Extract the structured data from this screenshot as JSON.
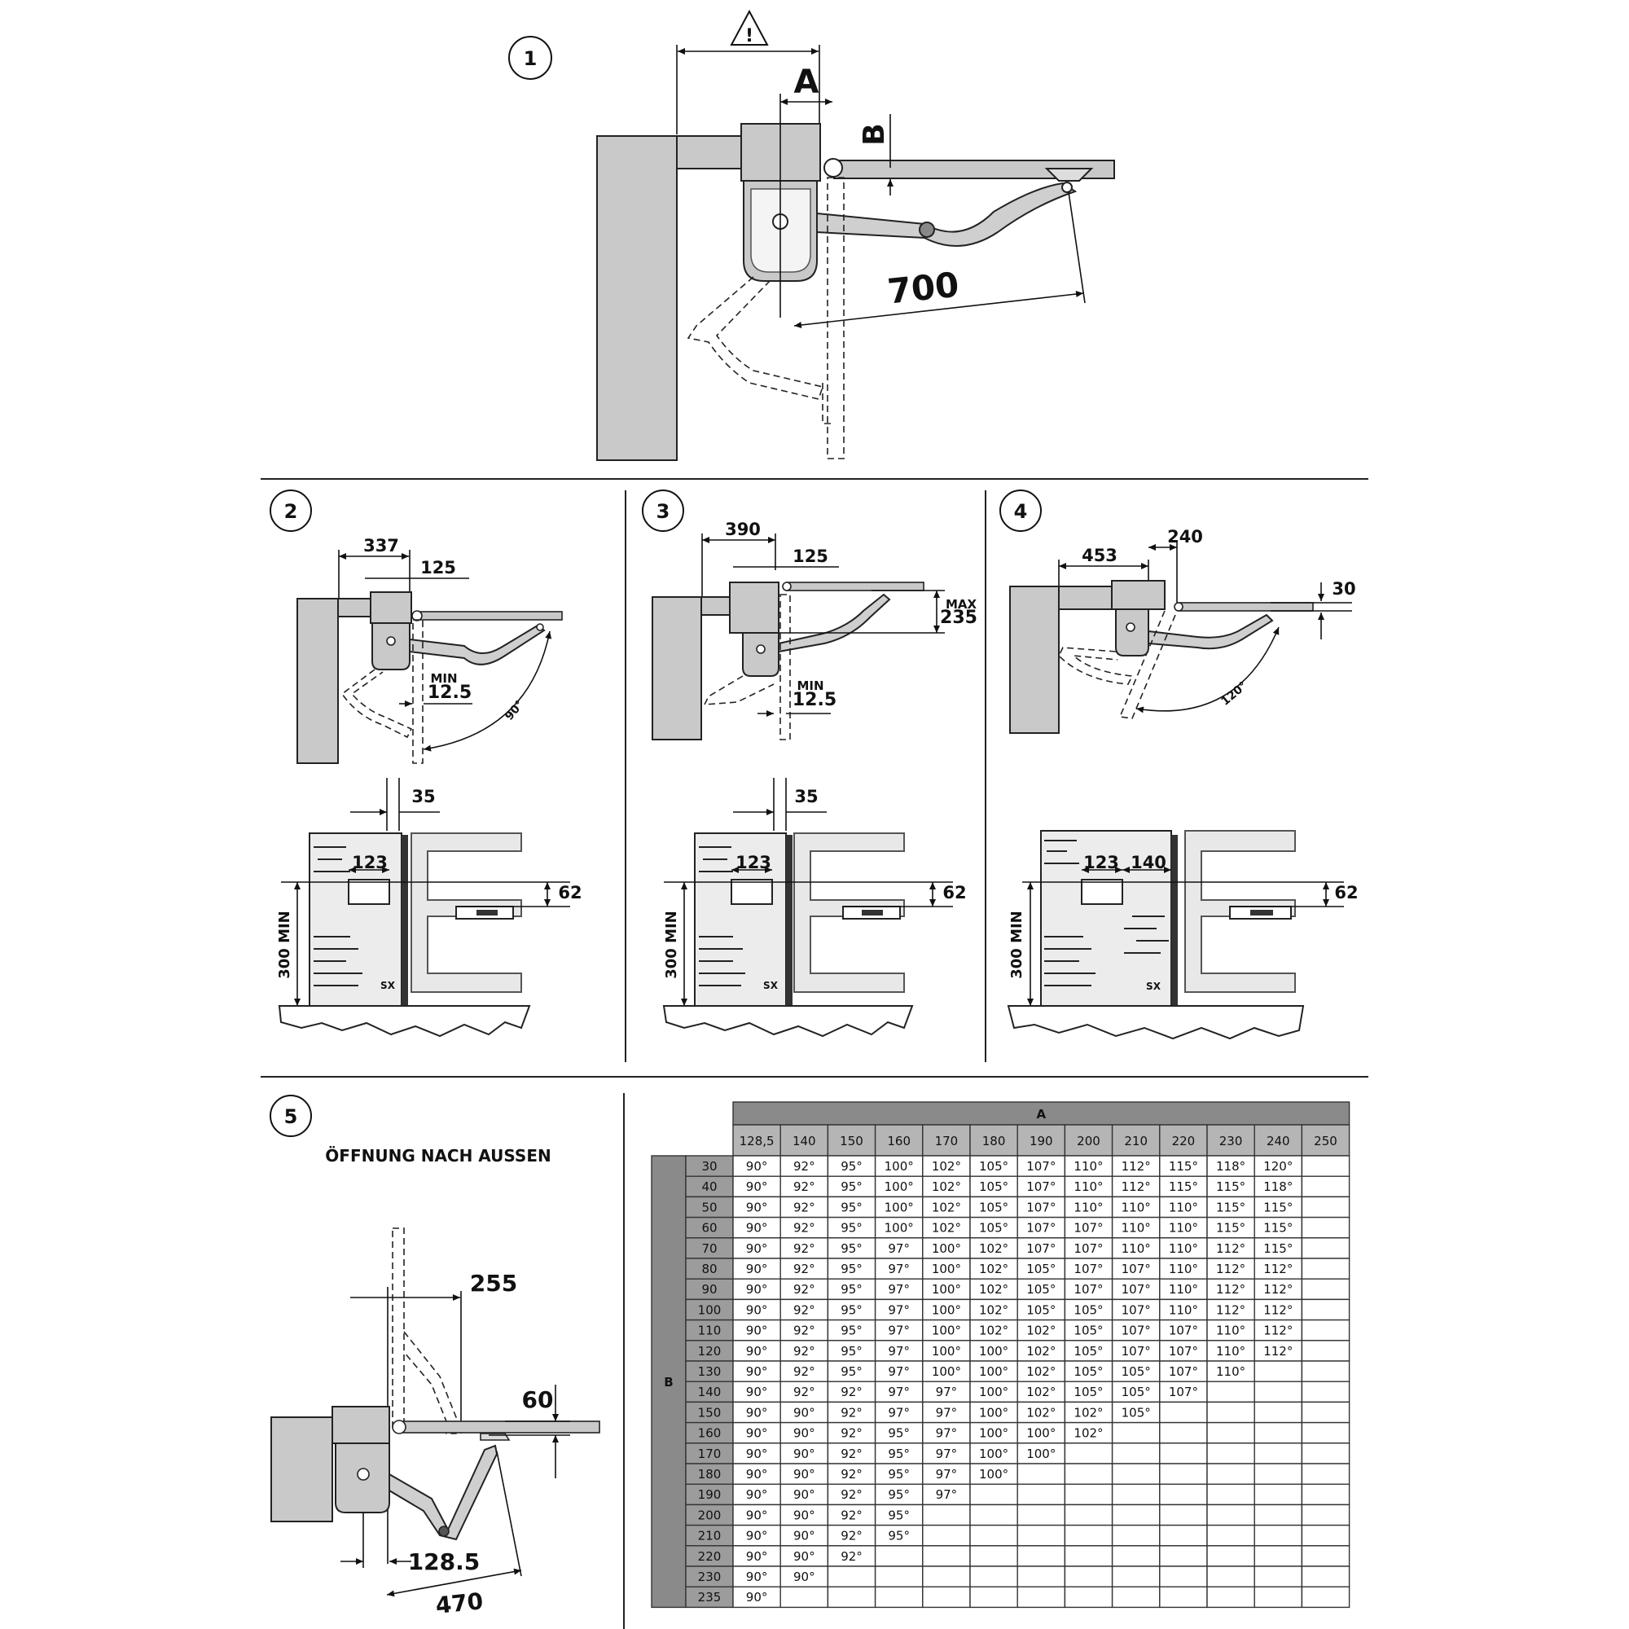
{
  "panels": {
    "p1": {
      "number": "1",
      "label_a": "A",
      "label_b": "B",
      "dim_700": "700",
      "warning_glyph": "!"
    },
    "p2": {
      "number": "2",
      "dim_337": "337",
      "dim_125": "125",
      "min_label": "MIN",
      "min_value": "12.5",
      "angle": "90°",
      "dim_35": "35",
      "dim_123": "123",
      "dim_62": "62",
      "height_label": "300 MIN",
      "side": "SX"
    },
    "p3": {
      "number": "3",
      "dim_390": "390",
      "dim_125": "125",
      "max_label": "MAX",
      "max_value": "235",
      "min_label": "MIN",
      "min_value": "12.5",
      "dim_35": "35",
      "dim_123": "123",
      "dim_62": "62",
      "height_label": "300 MIN",
      "side": "SX"
    },
    "p4": {
      "number": "4",
      "dim_453": "453",
      "dim_240": "240",
      "dim_30": "30",
      "angle": "120°",
      "dim_123": "123",
      "dim_140": "140",
      "dim_62": "62",
      "height_label": "300 MIN",
      "side": "SX"
    },
    "p5": {
      "number": "5",
      "title": "ÖFFNUNG NACH AUSSEN",
      "dim_255": "255",
      "dim_60": "60",
      "dim_1285": "128.5",
      "dim_470": "470"
    }
  },
  "table": {
    "col_group_label": "A",
    "row_group_label": "B",
    "columns": [
      "128,5",
      "140",
      "150",
      "160",
      "170",
      "180",
      "190",
      "200",
      "210",
      "220",
      "230",
      "240",
      "250"
    ],
    "rows": [
      {
        "b": "30",
        "v": [
          "90°",
          "92°",
          "95°",
          "100°",
          "102°",
          "105°",
          "107°",
          "110°",
          "112°",
          "115°",
          "118°",
          "120°",
          ""
        ]
      },
      {
        "b": "40",
        "v": [
          "90°",
          "92°",
          "95°",
          "100°",
          "102°",
          "105°",
          "107°",
          "110°",
          "112°",
          "115°",
          "115°",
          "118°",
          ""
        ]
      },
      {
        "b": "50",
        "v": [
          "90°",
          "92°",
          "95°",
          "100°",
          "102°",
          "105°",
          "107°",
          "110°",
          "110°",
          "110°",
          "115°",
          "115°",
          ""
        ]
      },
      {
        "b": "60",
        "v": [
          "90°",
          "92°",
          "95°",
          "100°",
          "102°",
          "105°",
          "107°",
          "107°",
          "110°",
          "110°",
          "115°",
          "115°",
          ""
        ]
      },
      {
        "b": "70",
        "v": [
          "90°",
          "92°",
          "95°",
          "97°",
          "100°",
          "102°",
          "107°",
          "107°",
          "110°",
          "110°",
          "112°",
          "115°",
          ""
        ]
      },
      {
        "b": "80",
        "v": [
          "90°",
          "92°",
          "95°",
          "97°",
          "100°",
          "102°",
          "105°",
          "107°",
          "107°",
          "110°",
          "112°",
          "112°",
          ""
        ]
      },
      {
        "b": "90",
        "v": [
          "90°",
          "92°",
          "95°",
          "97°",
          "100°",
          "102°",
          "105°",
          "107°",
          "107°",
          "110°",
          "112°",
          "112°",
          ""
        ]
      },
      {
        "b": "100",
        "v": [
          "90°",
          "92°",
          "95°",
          "97°",
          "100°",
          "102°",
          "105°",
          "105°",
          "107°",
          "110°",
          "112°",
          "112°",
          ""
        ]
      },
      {
        "b": "110",
        "v": [
          "90°",
          "92°",
          "95°",
          "97°",
          "100°",
          "102°",
          "102°",
          "105°",
          "107°",
          "107°",
          "110°",
          "112°",
          ""
        ]
      },
      {
        "b": "120",
        "v": [
          "90°",
          "92°",
          "95°",
          "97°",
          "100°",
          "100°",
          "102°",
          "105°",
          "107°",
          "107°",
          "110°",
          "112°",
          ""
        ]
      },
      {
        "b": "130",
        "v": [
          "90°",
          "92°",
          "95°",
          "97°",
          "100°",
          "100°",
          "102°",
          "105°",
          "105°",
          "107°",
          "110°",
          "",
          ""
        ]
      },
      {
        "b": "140",
        "v": [
          "90°",
          "92°",
          "92°",
          "97°",
          "97°",
          "100°",
          "102°",
          "105°",
          "105°",
          "107°",
          "",
          "",
          ""
        ]
      },
      {
        "b": "150",
        "v": [
          "90°",
          "90°",
          "92°",
          "97°",
          "97°",
          "100°",
          "102°",
          "102°",
          "105°",
          "",
          "",
          "",
          ""
        ]
      },
      {
        "b": "160",
        "v": [
          "90°",
          "90°",
          "92°",
          "95°",
          "97°",
          "100°",
          "100°",
          "102°",
          "",
          "",
          "",
          "",
          ""
        ]
      },
      {
        "b": "170",
        "v": [
          "90°",
          "90°",
          "92°",
          "95°",
          "97°",
          "100°",
          "100°",
          "",
          "",
          "",
          "",
          "",
          ""
        ]
      },
      {
        "b": "180",
        "v": [
          "90°",
          "90°",
          "92°",
          "95°",
          "97°",
          "100°",
          "",
          "",
          "",
          "",
          "",
          "",
          ""
        ]
      },
      {
        "b": "190",
        "v": [
          "90°",
          "90°",
          "92°",
          "95°",
          "97°",
          "",
          "",
          "",
          "",
          "",
          "",
          "",
          ""
        ]
      },
      {
        "b": "200",
        "v": [
          "90°",
          "90°",
          "92°",
          "95°",
          "",
          "",
          "",
          "",
          "",
          "",
          "",
          "",
          ""
        ]
      },
      {
        "b": "210",
        "v": [
          "90°",
          "90°",
          "92°",
          "95°",
          "",
          "",
          "",
          "",
          "",
          "",
          "",
          "",
          ""
        ]
      },
      {
        "b": "220",
        "v": [
          "90°",
          "90°",
          "92°",
          "",
          "",
          "",
          "",
          "",
          "",
          "",
          "",
          "",
          ""
        ]
      },
      {
        "b": "230",
        "v": [
          "90°",
          "90°",
          "",
          "",
          "",
          "",
          "",
          "",
          "",
          "",
          "",
          "",
          ""
        ]
      },
      {
        "b": "235",
        "v": [
          "90°",
          "",
          "",
          "",
          "",
          "",
          "",
          "",
          "",
          "",
          "",
          "",
          ""
        ]
      }
    ]
  }
}
